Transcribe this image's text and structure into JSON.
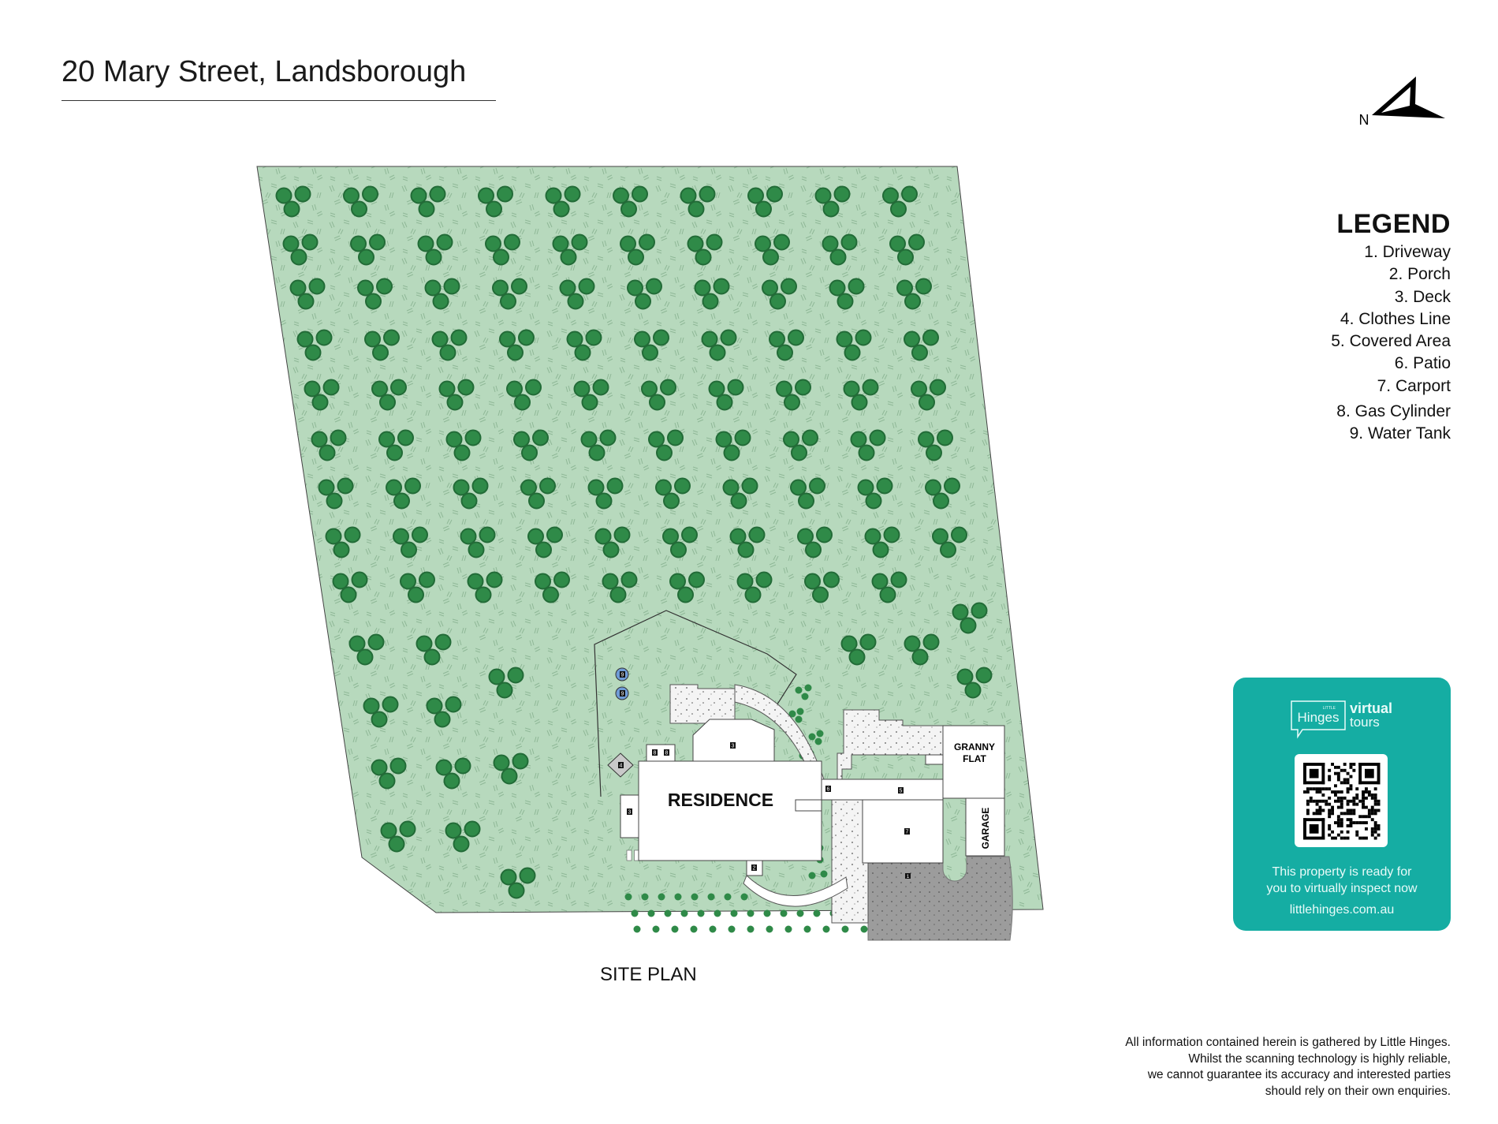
{
  "title": "20 Mary Street, Landsborough",
  "north_label": "N",
  "legend": {
    "heading": "LEGEND",
    "items": [
      "1. Driveway",
      "2. Porch",
      "3. Deck",
      "4. Clothes Line",
      "5. Covered Area",
      "6. Patio",
      "7. Carport",
      "8. Gas Cylinder",
      "9. Water Tank"
    ]
  },
  "plan": {
    "caption": "SITE PLAN",
    "residence": "RESIDENCE",
    "granny_flat_1": "GRANNY",
    "granny_flat_2": "FLAT",
    "garage": "GARAGE",
    "markers": {
      "driveway": "1",
      "porch": "2",
      "deck": "3",
      "clothes_line": "4",
      "covered": "5",
      "patio": "6",
      "carport": "7",
      "gas": "8",
      "tank": "9"
    }
  },
  "card": {
    "brand_small": "LITTLE",
    "brand": "Hinges",
    "virtual": "virtual",
    "tours": "tours",
    "message_1": "This property is ready for",
    "message_2": "you to virtually inspect now",
    "url": "littlehinges.com.au"
  },
  "disclaimer": [
    "All information contained herein is gathered by Little Hinges.",
    "Whilst the scanning technology is highly reliable,",
    "we cannot guarantee its accuracy and interested parties",
    "should rely on their own enquiries."
  ],
  "colors": {
    "grass": "#b7d9bd",
    "tree": "#2f8a48",
    "tree_dark": "#226b37",
    "driveway": "#9c9c9c",
    "card": "#15ada3",
    "tank": "#6f9bd6"
  }
}
